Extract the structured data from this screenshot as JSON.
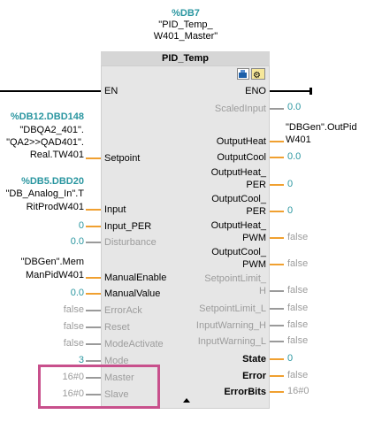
{
  "instance": {
    "db": "%DB7",
    "name_line1": "\"PID_Temp_",
    "name_line2": "W401_Master\""
  },
  "block": {
    "title": "PID_Temp",
    "toolbar_icons": [
      "tuning-icon",
      "commissioning-icon"
    ],
    "expand_icon": "chevron-up-icon"
  },
  "inputs": [
    {
      "pin": "EN"
    },
    {
      "pin": "Setpoint",
      "addr": "%DB12.DBD148",
      "tag": [
        "\"DBQA2_401\".",
        "\"QA2>>QAD401\".",
        "Real.TW401"
      ]
    },
    {
      "pin": "Input",
      "addr": "%DB5.DBD20",
      "tag": [
        "\"DB_Analog_In\".T",
        "RitProdW401"
      ]
    },
    {
      "pin": "Input_PER",
      "value": "0"
    },
    {
      "pin": "Disturbance",
      "value": "0.0"
    },
    {
      "pin": "ManualEnable",
      "tag": [
        "\"DBGen\".Mem",
        "ManPidW401"
      ]
    },
    {
      "pin": "ManualValue",
      "value": "0.0"
    },
    {
      "pin": "ErrorAck",
      "value": "false"
    },
    {
      "pin": "Reset",
      "value": "false"
    },
    {
      "pin": "ModeActivate",
      "value": "false"
    },
    {
      "pin": "Mode",
      "value": "3"
    },
    {
      "pin": "Master",
      "value": "16#0"
    },
    {
      "pin": "Slave",
      "value": "16#0"
    }
  ],
  "outputs": [
    {
      "pin": "ENO"
    },
    {
      "pin": "ScaledInput",
      "value": "0.0"
    },
    {
      "pin": "OutputHeat",
      "tag": [
        "\"DBGen\".OutPid",
        "W401"
      ]
    },
    {
      "pin": "OutputCool",
      "value": "0.0"
    },
    {
      "pin": "OutputHeat_",
      "pin2": "PER",
      "value": "0"
    },
    {
      "pin": "OutputCool_",
      "pin2": "PER",
      "value": "0"
    },
    {
      "pin": "OutputHeat_",
      "pin2": "PWM",
      "value": "false"
    },
    {
      "pin": "OutputCool_",
      "pin2": "PWM",
      "value": "false"
    },
    {
      "pin": "SetpointLimit_",
      "pin2": "H",
      "value": "false"
    },
    {
      "pin": "SetpointLimit_L",
      "value": "false"
    },
    {
      "pin": "InputWarning_H",
      "value": "false"
    },
    {
      "pin": "InputWarning_L",
      "value": "false"
    },
    {
      "pin": "State",
      "value": "0"
    },
    {
      "pin": "Error",
      "value": "false"
    },
    {
      "pin": "ErrorBits",
      "value": "16#0"
    }
  ],
  "colors": {
    "highlight_box": "#c8508c",
    "wire": "#f0a030",
    "address": "#2a96a0"
  }
}
